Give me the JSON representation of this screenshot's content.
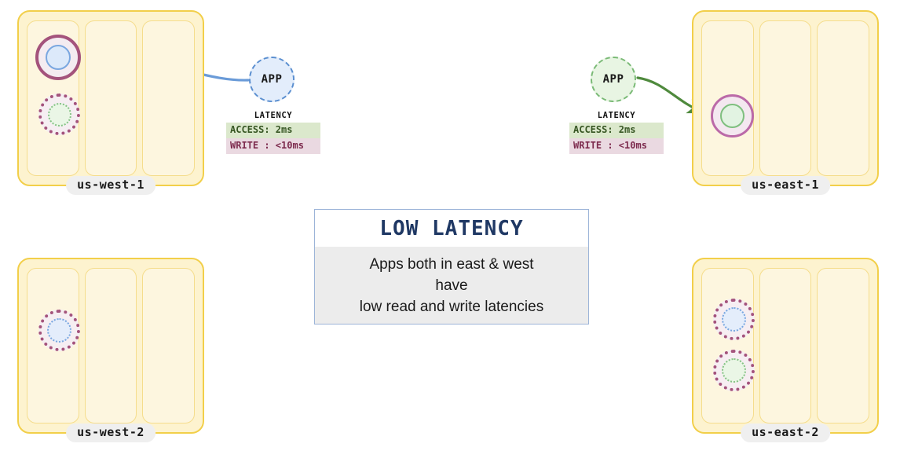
{
  "regions": [
    {
      "id": "us-west-1",
      "label": "us-west-1",
      "columns": 3,
      "nodes": [
        {
          "name": "primary-replica-west-1",
          "ring": "solid-purple",
          "disc": "solid-blue"
        },
        {
          "name": "secondary-replica-west-1",
          "ring": "dotted-purple",
          "disc": "dotted-green"
        }
      ]
    },
    {
      "id": "us-east-1",
      "label": "us-east-1",
      "columns": 3,
      "nodes": [
        {
          "name": "primary-replica-east-1",
          "ring": "solid-orchid",
          "disc": "solid-green"
        }
      ]
    },
    {
      "id": "us-west-2",
      "label": "us-west-2",
      "columns": 3,
      "nodes": [
        {
          "name": "replica-west-2-blue",
          "ring": "dotted-purple",
          "disc": "dotted-blue"
        }
      ]
    },
    {
      "id": "us-east-2",
      "label": "us-east-2",
      "columns": 3,
      "nodes": [
        {
          "name": "replica-east-2-blue",
          "ring": "dotted-purple",
          "disc": "dotted-blue"
        },
        {
          "name": "replica-east-2-green",
          "ring": "dotted-purple",
          "disc": "dotted-green"
        }
      ]
    }
  ],
  "apps": {
    "west": {
      "label": "APP",
      "color": "#5b8fd0"
    },
    "east": {
      "label": "APP",
      "color": "#7aba76"
    }
  },
  "latency_west": {
    "title": "LATENCY",
    "access_label": "ACCESS: 2ms",
    "write_label": "WRITE : <10ms",
    "access_bg": "#dbe8cc",
    "write_bg": "#ead9e1"
  },
  "latency_east": {
    "title": "LATENCY",
    "access_label": "ACCESS: 2ms",
    "write_label": "WRITE : <10ms",
    "access_bg": "#dbe8cc",
    "write_bg": "#ead9e1"
  },
  "caption": {
    "title": "LOW  LATENCY",
    "line1": "Apps both in east & west",
    "line2": "have",
    "line3": "low read and write latencies",
    "title_color": "#1f3864",
    "border_color": "#9cb4d8"
  },
  "arrows": {
    "west": {
      "name": "west-app-to-replica-arrow",
      "color": "#6a9bd8",
      "direction": "app-to-region"
    },
    "east": {
      "name": "east-app-to-replica-arrow",
      "color": "#4f8a3d",
      "direction": "app-to-region"
    }
  },
  "palette": {
    "region_fill": "#fdf3cf",
    "region_border": "#f2cf4a",
    "column_fill": "#fdf6df",
    "column_border": "#f5dd8c",
    "ring_purple": "#a4537c",
    "label_pill_bg": "#efefef"
  }
}
